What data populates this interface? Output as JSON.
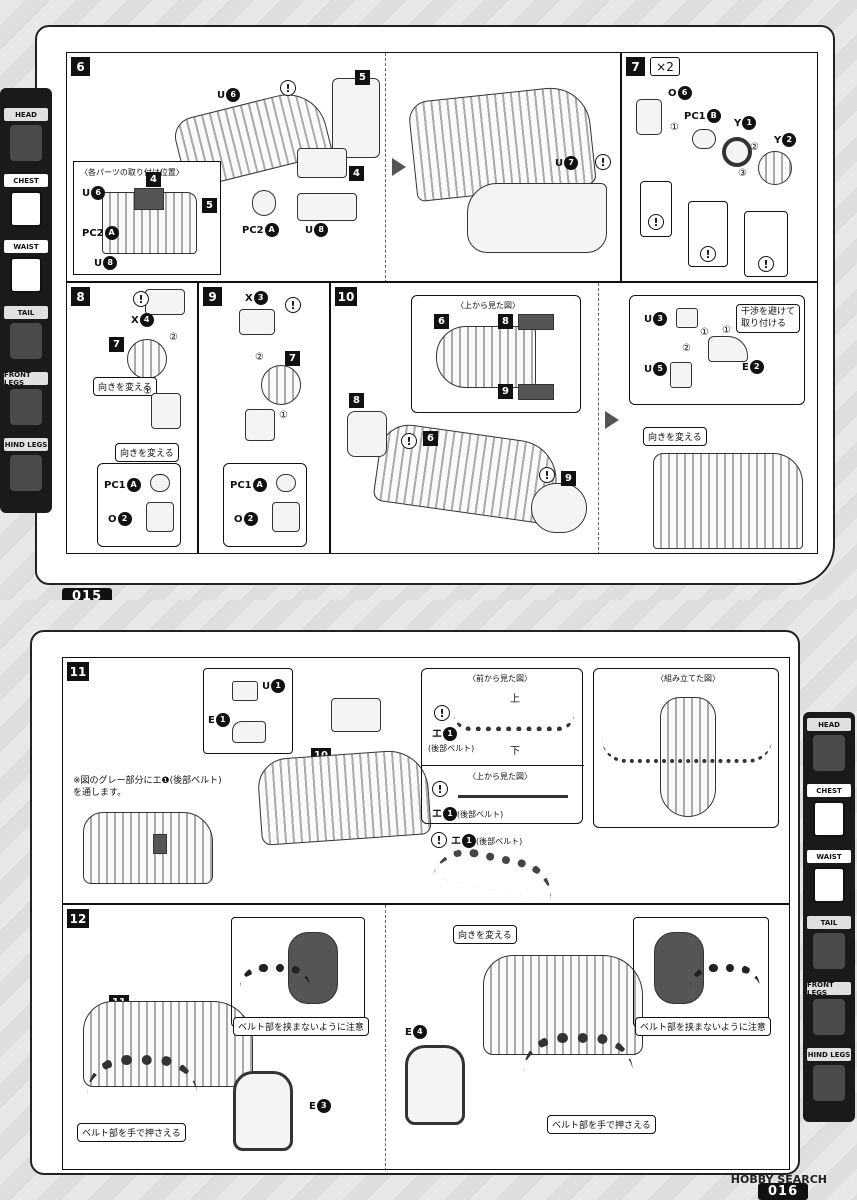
{
  "top_page": {
    "page_number": "015",
    "step6": {
      "num": "6",
      "labels": [
        "U",
        "U",
        "5",
        "4",
        "PC2",
        "U",
        "5",
        "4",
        "PC2",
        "U",
        "U",
        "U"
      ],
      "badges": [
        "6",
        "6",
        "A",
        "8",
        "A",
        "8",
        "7"
      ],
      "caption": "〈各パーツの取り付け位置〉"
    },
    "step7": {
      "num": "7",
      "times": "×2",
      "o_label": "O",
      "o_badge": "6",
      "pc1_label": "PC1",
      "pc1_badge": "B",
      "y1_label": "Y",
      "y1_badge": "1",
      "y2_label": "Y",
      "y2_badge": "2",
      "order": [
        "①",
        "②",
        "③"
      ]
    },
    "step8": {
      "num": "8",
      "x_label": "X",
      "x_badge": "4",
      "step_ref": "7",
      "note1": "向きを変える",
      "note2": "向きを変える",
      "pc1_label": "PC1",
      "pc1_badge": "A",
      "o_label": "O",
      "o_badge": "2",
      "order": [
        "①",
        "②"
      ]
    },
    "step9": {
      "num": "9",
      "x_label": "X",
      "x_badge": "3",
      "step_ref": "7",
      "pc1_label": "PC1",
      "pc1_badge": "A",
      "o_label": "O",
      "o_badge": "2",
      "order": [
        "①",
        "②"
      ]
    },
    "step10": {
      "num": "10",
      "caption": "〈上から見た図〉",
      "refs": [
        "6",
        "8",
        "9",
        "8",
        "6",
        "9"
      ],
      "u3_label": "U",
      "u3_badge": "3",
      "u5_label": "U",
      "u5_badge": "5",
      "e2_label": "E",
      "e2_badge": "2",
      "note_interference": "干渉を避けて\n取り付ける",
      "note_turn": "向きを変える",
      "order": [
        "①",
        "②",
        "①"
      ]
    }
  },
  "bottom_page": {
    "page_number": "016",
    "step11": {
      "num": "11",
      "u1_label": "U",
      "u1_badge": "1",
      "e1_label": "E",
      "e1_badge": "1",
      "step_ref": "10",
      "note_gray": "※図のグレー部分にエ❶(後部ベルト)\nを通します。",
      "front_caption": "〈前から見た図〉",
      "up": "上",
      "down": "下",
      "belt_label": "エ",
      "belt_badge": "1",
      "rear_belt_paren": "(後部ベルト)",
      "top_caption": "〈上から見た図〉",
      "belt_label_2": "エ",
      "belt_badge_2": "1",
      "rear_belt_2": "(後部ベルト)",
      "belt_label_3": "エ",
      "belt_badge_3": "1",
      "rear_belt_3": "(後部ベルト)",
      "assembled_caption": "〈組み立てた図〉"
    },
    "step12": {
      "num": "12",
      "step_ref": "11",
      "note_belt_care_1": "ベルト部を挟まないように注意",
      "note_press_1": "ベルト部を手で押さえる",
      "e3_label": "E",
      "e3_badge": "3",
      "note_turn": "向きを変える",
      "e4_label": "E",
      "e4_badge": "4",
      "note_belt_care_2": "ベルト部を挟まないように注意",
      "note_press_2": "ベルト部を手で押さえる"
    },
    "watermark": "HOBBY SEARCH"
  },
  "sidebar_top": {
    "items": [
      {
        "label": "HEAD",
        "active": false,
        "icon": "head-icon"
      },
      {
        "label": "CHEST",
        "active": true,
        "icon": "chest-icon"
      },
      {
        "label": "WAIST",
        "active": true,
        "icon": "waist-icon"
      },
      {
        "label": "TAIL",
        "active": false,
        "icon": "tail-icon"
      },
      {
        "label": "FRONT LEGS",
        "active": false,
        "icon": "front-legs-icon"
      },
      {
        "label": "HIND LEGS",
        "active": false,
        "icon": "hind-legs-icon"
      }
    ]
  },
  "sidebar_bottom": {
    "items": [
      {
        "label": "HEAD",
        "active": false,
        "icon": "head-icon"
      },
      {
        "label": "CHEST",
        "active": true,
        "icon": "chest-icon"
      },
      {
        "label": "WAIST",
        "active": true,
        "icon": "waist-icon"
      },
      {
        "label": "TAIL",
        "active": false,
        "icon": "tail-icon"
      },
      {
        "label": "FRONT LEGS",
        "active": false,
        "icon": "front-legs-icon"
      },
      {
        "label": "HIND LEGS",
        "active": false,
        "icon": "hind-legs-icon"
      }
    ]
  },
  "colors": {
    "ink": "#111111",
    "paper": "#ffffff",
    "sidebar": "#1a1a1a",
    "accent_gray": "#555555"
  }
}
